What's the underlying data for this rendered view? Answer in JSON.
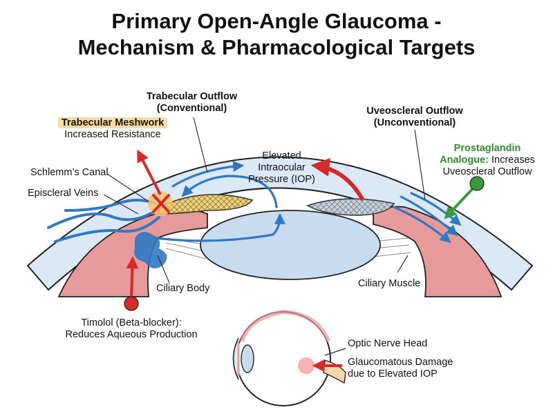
{
  "title": {
    "line1": "Primary Open-Angle Glaucoma -",
    "line2": "Mechanism & Pharmacological Targets"
  },
  "labels": {
    "trabecular_outflow_1": "Trabecular Outflow",
    "trabecular_outflow_2": "(Conventional)",
    "trabecular_meshwork": "Trabecular Meshwork",
    "increased_resistance": "Increased Resistance",
    "schlemms_canal": "Schlemm’s Canal",
    "episcleral_veins": "Episcleral Veins",
    "iop_1": "Elevated",
    "iop_2": "Intraocular",
    "iop_3": "Pressure (IOP)",
    "uveoscleral_1": "Uveoscleral Outflow",
    "uveoscleral_2": "(Unconventional)",
    "prostaglandin_1": "Prostaglandin",
    "prostaglandin_2a": "Analogue:",
    "prostaglandin_2b": " Increases",
    "prostaglandin_3": "Uveoscleral Outflow",
    "ciliary_body": "Ciliary Body",
    "ciliary_muscle": "Ciliary Muscle",
    "timolol_1": "Timolol (Beta-blocker):",
    "timolol_2": "Reduces Aqueous Production",
    "optic_nerve_head": "Optic Nerve Head",
    "damage_1": "Glaucomatous Damage",
    "damage_2": "due to Elevated IOP"
  },
  "colors": {
    "aqueous_flow": "#2f78c4",
    "block_red": "#d62a2a",
    "drug_green": "#3a9a3a",
    "tissue_pink": "#e79a9a",
    "meshwork_gold": "#efd27a",
    "cornea_blue": "#dbe9f6",
    "lens_blue": "#c9dcef"
  }
}
